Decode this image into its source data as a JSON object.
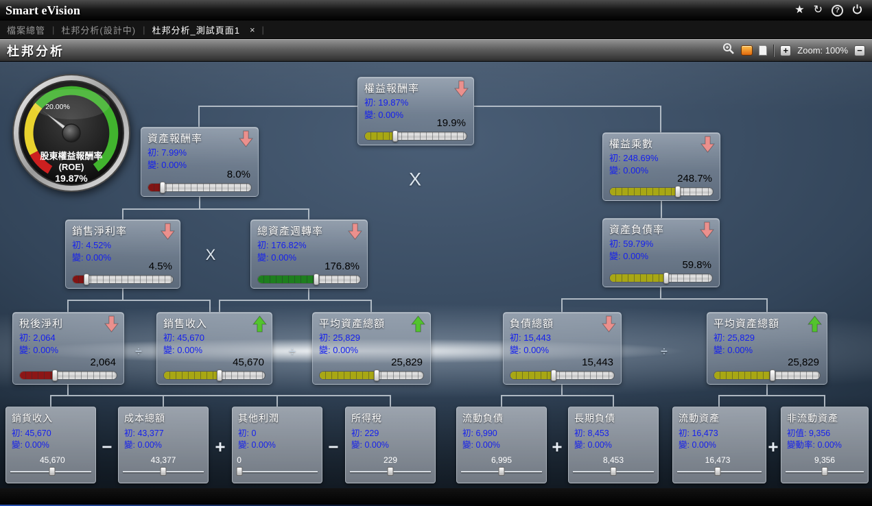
{
  "topbar": {
    "app_title": "Smart eVision",
    "star_glyph": "★",
    "refresh_glyph": "↻",
    "help_glyph": "?"
  },
  "menubar": {
    "separator": "|",
    "items": [
      {
        "label": "檔案總管"
      },
      {
        "label": "杜邦分析(設計中)"
      },
      {
        "label": "杜邦分析_測試頁面1",
        "close_glyph": "×"
      }
    ]
  },
  "titlebar": {
    "title": "杜邦分析",
    "zoom_in_glyph": "+",
    "zoom_label": "Zoom: 100%",
    "zoom_out_glyph": "−"
  },
  "gauge": {
    "tick_label": "20.00%",
    "name_line1": "股東權益報酬率",
    "name_line2": "(ROE)",
    "value": "19.87%"
  },
  "nodes": {
    "roe": {
      "title": "權益報酬率",
      "init": "初: 19.87%",
      "chg": "變: 0.00%",
      "display": "19.9%",
      "arrow": "down",
      "bar": {
        "pct": 30,
        "color": "#a8a714"
      }
    },
    "roa": {
      "title": "資產報酬率",
      "init": "初: 7.99%",
      "chg": "變: 0.00%",
      "display": "8.0%",
      "arrow": "down",
      "bar": {
        "pct": 14,
        "color": "#801414"
      }
    },
    "em": {
      "title": "權益乘數",
      "init": "初: 248.69%",
      "chg": "變: 0.00%",
      "display": "248.7%",
      "arrow": "down",
      "bar": {
        "pct": 66,
        "color": "#a8a714"
      }
    },
    "npm": {
      "title": "銷售淨利率",
      "init": "初: 4.52%",
      "chg": "變: 0.00%",
      "display": "4.5%",
      "arrow": "down",
      "bar": {
        "pct": 14,
        "color": "#801414"
      }
    },
    "tat": {
      "title": "總資產週轉率",
      "init": "初: 176.82%",
      "chg": "變: 0.00%",
      "display": "176.8%",
      "arrow": "down",
      "bar": {
        "pct": 57,
        "color": "#1e7e1e"
      }
    },
    "dr": {
      "title": "資產負債率",
      "init": "初: 59.79%",
      "chg": "變: 0.00%",
      "display": "59.8%",
      "arrow": "down",
      "bar": {
        "pct": 55,
        "color": "#a8a714"
      }
    },
    "ni": {
      "title": "稅後淨利",
      "init": "初: 2,064",
      "chg": "變: 0.00%",
      "display": "2,064",
      "arrow": "down",
      "bar": {
        "pct": 36,
        "color": "#8c1616"
      }
    },
    "rev": {
      "title": "銷售收入",
      "init": "初: 45,670",
      "chg": "變: 0.00%",
      "display": "45,670",
      "arrow": "up",
      "bar": {
        "pct": 55,
        "color": "#a8a714"
      }
    },
    "assets_l": {
      "title": "平均資產總額",
      "init": "初: 25,829",
      "chg": "變: 0.00%",
      "display": "25,829",
      "arrow": "up",
      "bar": {
        "pct": 55,
        "color": "#a8a714"
      }
    },
    "debt": {
      "title": "負債總額",
      "init": "初: 15,443",
      "chg": "變: 0.00%",
      "display": "15,443",
      "arrow": "down",
      "bar": {
        "pct": 42,
        "color": "#a8a714"
      }
    },
    "assets_r": {
      "title": "平均資產總額",
      "init": "初: 25,829",
      "chg": "變: 0.00%",
      "display": "25,829",
      "arrow": "up",
      "bar": {
        "pct": 55,
        "color": "#a8a714"
      }
    }
  },
  "bottom": {
    "cells": [
      {
        "title": "銷貨收入",
        "init": "初: 45,670",
        "chg": "變: 0.00%",
        "value": "45,670",
        "pct": 52
      },
      {
        "title": "成本總額",
        "init": "初: 43,377",
        "chg": "變: 0.00%",
        "value": "43,377",
        "pct": 50
      },
      {
        "title": "其他利潤",
        "init": "初: 0",
        "chg": "變: 0.00%",
        "value": "0",
        "pct": 3
      },
      {
        "title": "所得稅",
        "init": "初: 229",
        "chg": "變: 0.00%",
        "value": "229",
        "pct": 50
      },
      {
        "title": "流動負債",
        "init": "初: 6,990",
        "chg": "變: 0.00%",
        "value": "6,995",
        "pct": 50
      },
      {
        "title": "長期負債",
        "init": "初: 8,453",
        "chg": "變: 0.00%",
        "value": "8,453",
        "pct": 50
      },
      {
        "title": "流動資產",
        "init": "初: 16,473",
        "chg": "變: 0.00%",
        "value": "16,473",
        "pct": 48
      },
      {
        "title": "非流動資產",
        "init": "初值: 9,356",
        "chg": "變動率: 0.00%",
        "value": "9,356",
        "pct": 50
      }
    ]
  },
  "operators": {
    "x1": "X",
    "x2": "X",
    "div1": "÷",
    "div2": "÷",
    "div3": "÷",
    "minus1": "−",
    "plus1": "+",
    "minus2": "−",
    "plus2": "+",
    "plus3": "+"
  }
}
